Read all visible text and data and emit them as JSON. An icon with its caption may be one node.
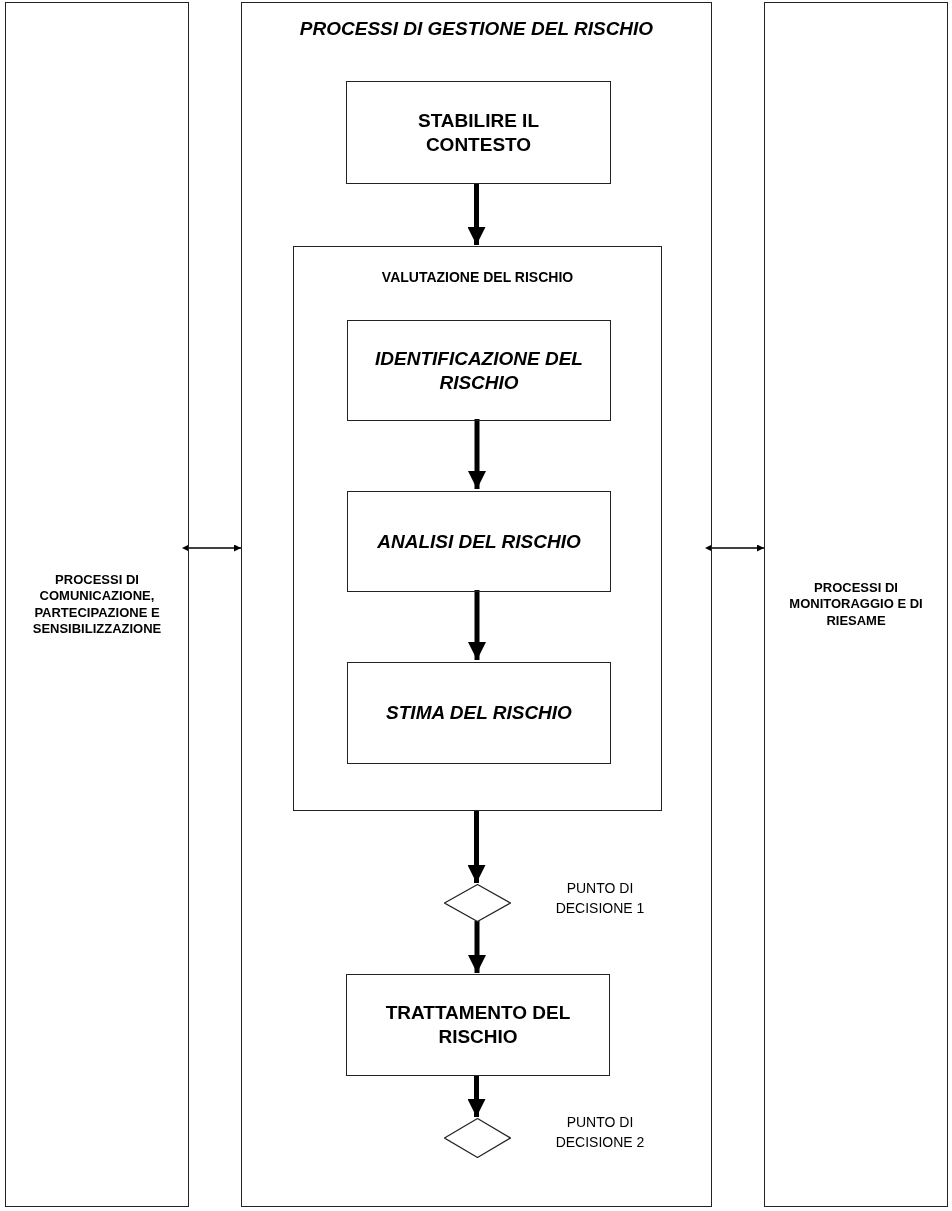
{
  "diagram": {
    "nodes": [
      {
        "text": [
          "PROCESSI DI COMUNICAZIONE, PARTECIPAZIONE E SENSIBILIZZAZIONE"
        ]
      },
      {
        "text": [
          "PROCESSI DI GESTIONE DEL RISCHIO"
        ]
      },
      {
        "text": [
          "STABILIRE IL CONTESTO"
        ],
        "in": 1
      },
      {
        "text": [
          "VALUTAZIONE DEL RISCHIO"
        ],
        "in": 1
      },
      {
        "text": [
          "IDENTIFICAZIONE DEL RISCHIO"
        ],
        "in": 3
      },
      {
        "text": [
          "ANALISI DEL RISCHIO"
        ],
        "in": 3
      },
      {
        "text": [
          "STIMA DEL RISCHIO"
        ],
        "in": 3
      },
      {
        "text": [],
        "shape": "diamond",
        "beside": [
          "PUNTO DI DECISIONE 1"
        ],
        "in": 1
      },
      {
        "text": [
          "TRATTAMENTO DEL RISCHIO"
        ],
        "in": 1
      },
      {
        "text": [],
        "shape": "diamond",
        "beside": [
          "PUNTO DI DECISIONE 2"
        ],
        "in": 1
      },
      {
        "text": [
          "PROCESSI DI MONITORAGGIO E DI RIESAME"
        ]
      }
    ],
    "edges": [
      {
        "from": 2,
        "to": 3,
        "arrow": "to"
      },
      {
        "from": 4,
        "to": 5,
        "arrow": "to"
      },
      {
        "from": 5,
        "to": 6,
        "arrow": "to"
      },
      {
        "from": 3,
        "to": 7,
        "arrow": "to"
      },
      {
        "from": 7,
        "to": 8,
        "arrow": "to"
      },
      {
        "from": 8,
        "to": 9,
        "arrow": "to"
      },
      {
        "from": 0,
        "to": 1,
        "arrow": "both"
      },
      {
        "from": 1,
        "to": 10,
        "arrow": "both"
      }
    ]
  }
}
